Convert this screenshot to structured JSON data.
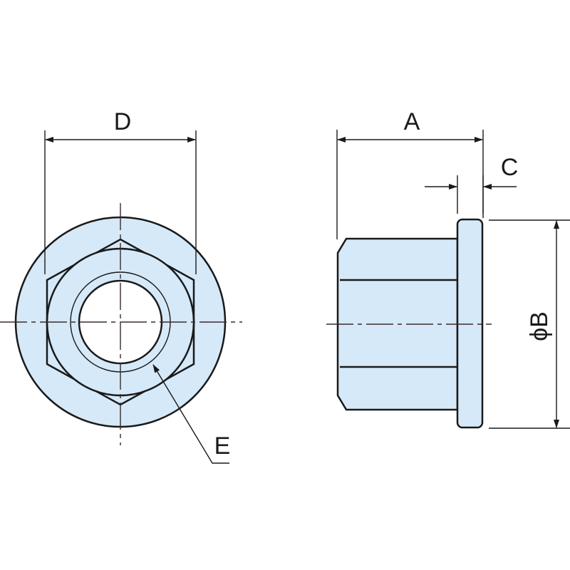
{
  "labels": {
    "D": "D",
    "A": "A",
    "C": "C",
    "B": "ϕB",
    "E": "E"
  },
  "colors": {
    "fill": "#d6e9f8",
    "stroke": "#1a1a1a",
    "background": "#ffffff"
  }
}
